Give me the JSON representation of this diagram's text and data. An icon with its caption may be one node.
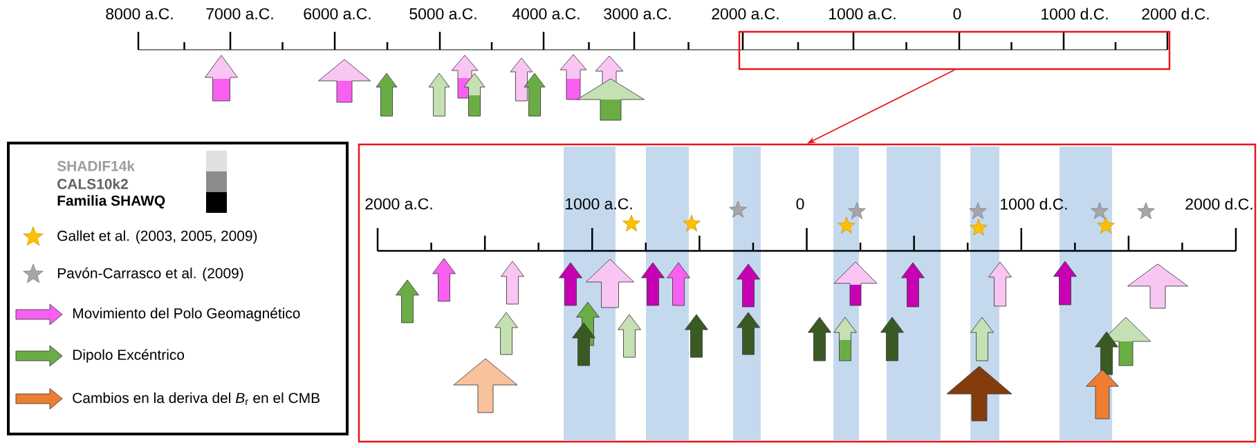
{
  "diagram": {
    "nodes": [
      {
        "text": [],
        "shape": "box"
      },
      {
        "text": [],
        "shape": "box"
      }
    ],
    "edges": [
      {
        "from": 0,
        "to": 1,
        "arrow": "to"
      }
    ],
    "labels": [
      "8000 a.C.",
      "7000 a.C.",
      "6000 a.C.",
      "5000 a.C.",
      "4000 a.C.",
      "3000 a.C.",
      "2000 a.C.",
      "1000 a.C.",
      "0",
      "1000 d.C.",
      "2000 d.C.",
      "2000 a.C.",
      "1000 a.C.",
      "0",
      "1000 d.C.",
      "2000 d.C."
    ],
    "legend": [
      {
        "text": "SHADIF14k",
        "color": "#e0e0e0"
      },
      {
        "text": "CALS10k2",
        "color": "#8c8c8c"
      },
      {
        "text": "Familia SHAWQ",
        "color": "#000000"
      },
      {
        "text": "Gallet et al. (2003, 2005, 2009)"
      },
      {
        "text": "Pavón-Carrasco et al. (2009)"
      },
      {
        "text": "Movimiento del Polo Geomagnético"
      },
      {
        "text": "Dipolo Excéntrico"
      },
      {
        "text": "Cambios en la deriva del *B*$_{r}$ en el CMB"
      }
    ]
  }
}
